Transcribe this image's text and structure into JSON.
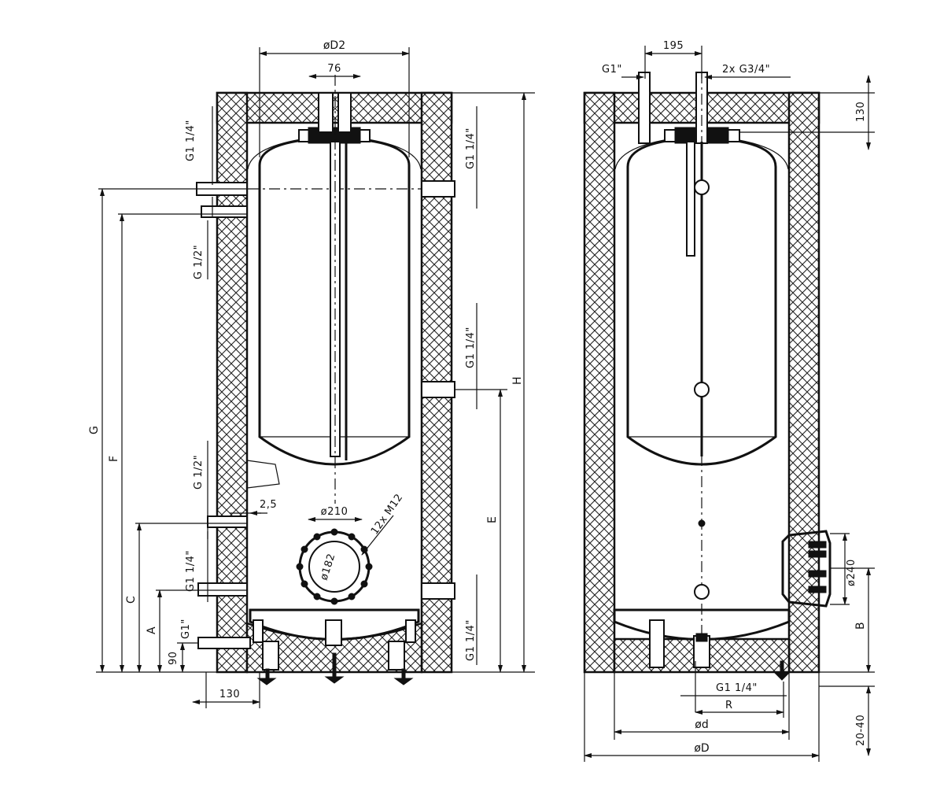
{
  "labels": {
    "d2": "øD2",
    "d76": "76",
    "g114_top_left": "G1 1/4\"",
    "g114_top_right": "G1 1/4\"",
    "g12_upper": "G 1/2\"",
    "g_dim": "G",
    "f_dim": "F",
    "h_dim": "H",
    "g114_mid_right": "G1 1/4\"",
    "e_dim": "E",
    "g12_lower": "G 1/2\"",
    "d25": "2,5",
    "d210": "ø210",
    "m12": "12x M12",
    "d182": "ø182",
    "g114_lower_left": "G1 1/4\"",
    "c_dim": "C",
    "a_dim": "A",
    "g1_left": "G1\"",
    "d90": "90",
    "d130_bottom": "130",
    "g114_bottom_right": "G1 1/4\"",
    "d195": "195",
    "g1_side": "G1\"",
    "g34": "2x G3/4\"",
    "d130_side": "130",
    "d240": "ø240",
    "b_dim": "B",
    "g114_side_bottom": "G1 1/4\"",
    "r_dim": "R",
    "d_small": "ød",
    "d_big": "øD",
    "d2040": "20-40"
  }
}
